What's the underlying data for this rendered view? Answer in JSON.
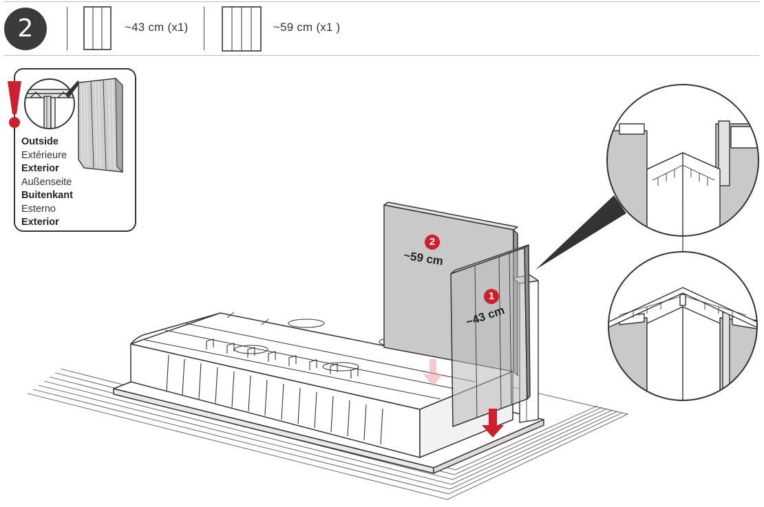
{
  "step": {
    "number": "2"
  },
  "header": {
    "items": [
      {
        "dimension": "~43 cm (x1)",
        "icon": "narrow-panel-icon"
      },
      {
        "dimension": "~59 cm (x1 )",
        "icon": "wide-panel-icon"
      }
    ]
  },
  "orientation": {
    "icon": "exclamation-icon",
    "labels": [
      {
        "text": "Outside",
        "weight": "bold"
      },
      {
        "text": "Extérieure",
        "weight": "regular"
      },
      {
        "text": "Exterior",
        "weight": "bold"
      },
      {
        "text": "Außenseite",
        "weight": "regular"
      },
      {
        "text": "Buitenkant",
        "weight": "bold"
      },
      {
        "text": "Esterno",
        "weight": "regular"
      },
      {
        "text": "Exterior",
        "weight": "bold"
      }
    ]
  },
  "diagram": {
    "panels": [
      {
        "number": "2",
        "label": "~59 cm"
      },
      {
        "number": "1",
        "label": "~43 cm"
      }
    ],
    "details": [
      "corner-detail-open",
      "corner-detail-joined"
    ]
  },
  "colors": {
    "accent_red": "#cf1f2e",
    "panel_gray": "#c9c9c9",
    "badge_dark": "#3b3b3b",
    "line_dark": "#333333"
  }
}
